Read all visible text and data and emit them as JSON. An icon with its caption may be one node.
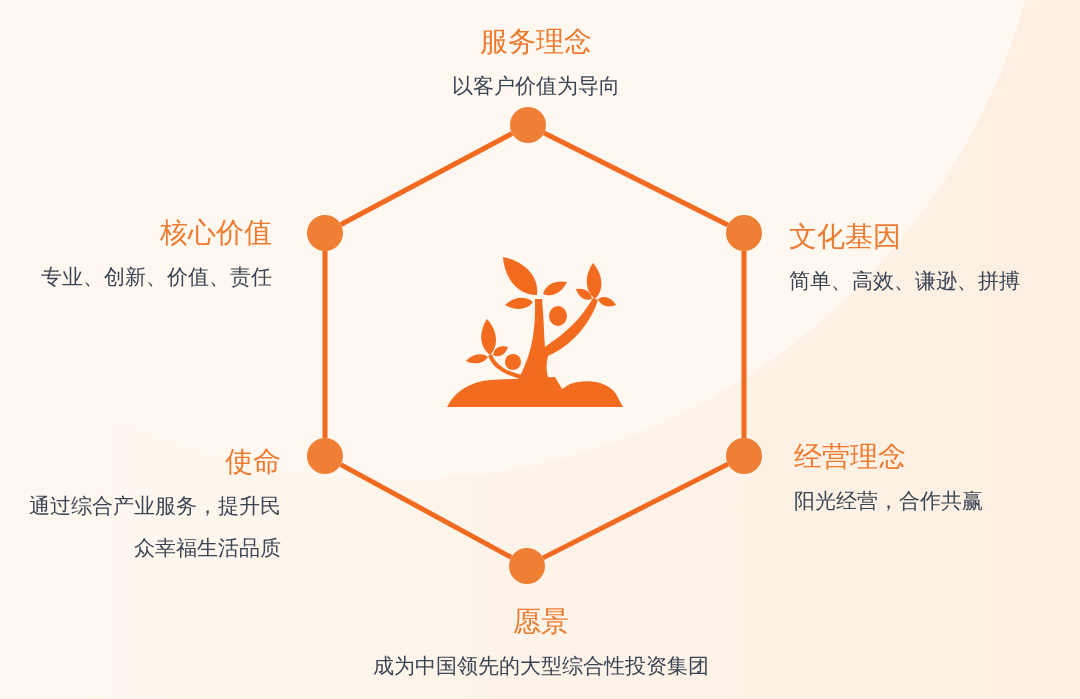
{
  "diagram": {
    "nodes": [
      {
        "text": [],
        "shape": "circle",
        "beside": [
          "服务理念",
          "以客户价值为导向"
        ]
      },
      {
        "text": [],
        "shape": "circle",
        "beside": [
          "核心价值",
          "专业、创新、价值、责任"
        ]
      },
      {
        "text": [],
        "shape": "circle",
        "beside": [
          "文化基因",
          "简单、高效、谦逊、拼搏"
        ]
      },
      {
        "text": [],
        "shape": "circle",
        "beside": [
          "使命",
          "通过综合产业服务，提升民众幸福生活品质"
        ]
      },
      {
        "text": [],
        "shape": "circle",
        "beside": [
          "经营理念",
          "阳光经营，合作共赢"
        ]
      },
      {
        "text": [],
        "shape": "circle",
        "beside": [
          "愿景",
          "成为中国领先的大型综合性投资集团"
        ]
      }
    ],
    "edges": [
      {
        "from": 0,
        "to": 2,
        "arrow": "none"
      },
      {
        "from": 2,
        "to": 4,
        "arrow": "none"
      },
      {
        "from": 4,
        "to": 5,
        "arrow": "none"
      },
      {
        "from": 5,
        "to": 3,
        "arrow": "none"
      },
      {
        "from": 3,
        "to": 1,
        "arrow": "none"
      },
      {
        "from": 1,
        "to": 0,
        "arrow": "none"
      }
    ]
  }
}
